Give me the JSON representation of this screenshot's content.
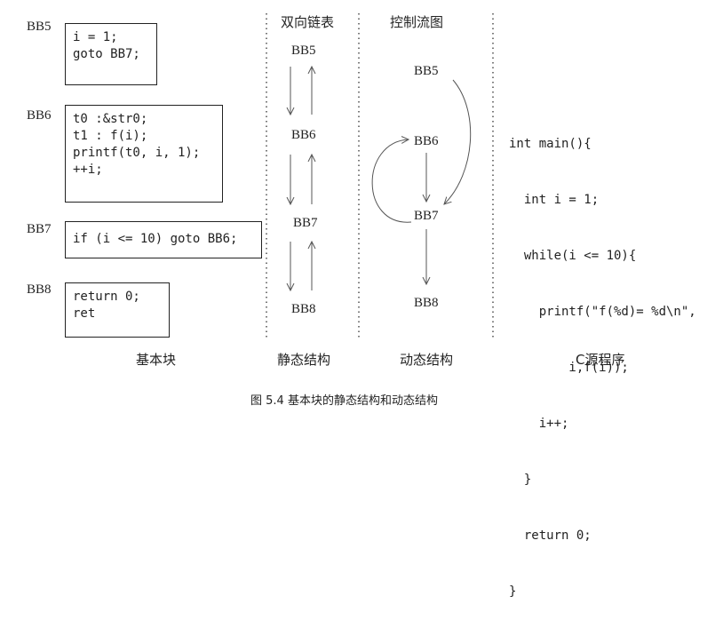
{
  "basic_blocks": [
    {
      "label": "BB5",
      "lines": [
        "i = 1;",
        "goto BB7;"
      ]
    },
    {
      "label": "BB6",
      "lines": [
        "t0 :&str0;",
        "t1 : f(i);",
        "printf(t0, i, 1);",
        "++i;"
      ]
    },
    {
      "label": "BB7",
      "lines": [
        "if (i <= 10) goto BB6;"
      ]
    },
    {
      "label": "BB8",
      "lines": [
        "return 0;",
        "ret"
      ]
    }
  ],
  "static_header": "双向链表",
  "static_nodes": [
    "BB5",
    "BB6",
    "BB7",
    "BB8"
  ],
  "dynamic_header": "控制流图",
  "dynamic_nodes": [
    "BB5",
    "BB6",
    "BB7",
    "BB8"
  ],
  "source_lines": [
    "int main(){",
    "  int i = 1;",
    "  while(i <= 10){",
    "    printf(\"f(%d)= %d\\n\",",
    "        i,f(i));",
    "    i++;",
    "  }",
    "  return 0;",
    "}"
  ],
  "captions": {
    "basic_block": "基本块",
    "static": "静态结构",
    "dynamic": "动态结构",
    "source": "C源程序"
  },
  "figure_caption": "图 5.4 基本块的静态结构和动态结构"
}
